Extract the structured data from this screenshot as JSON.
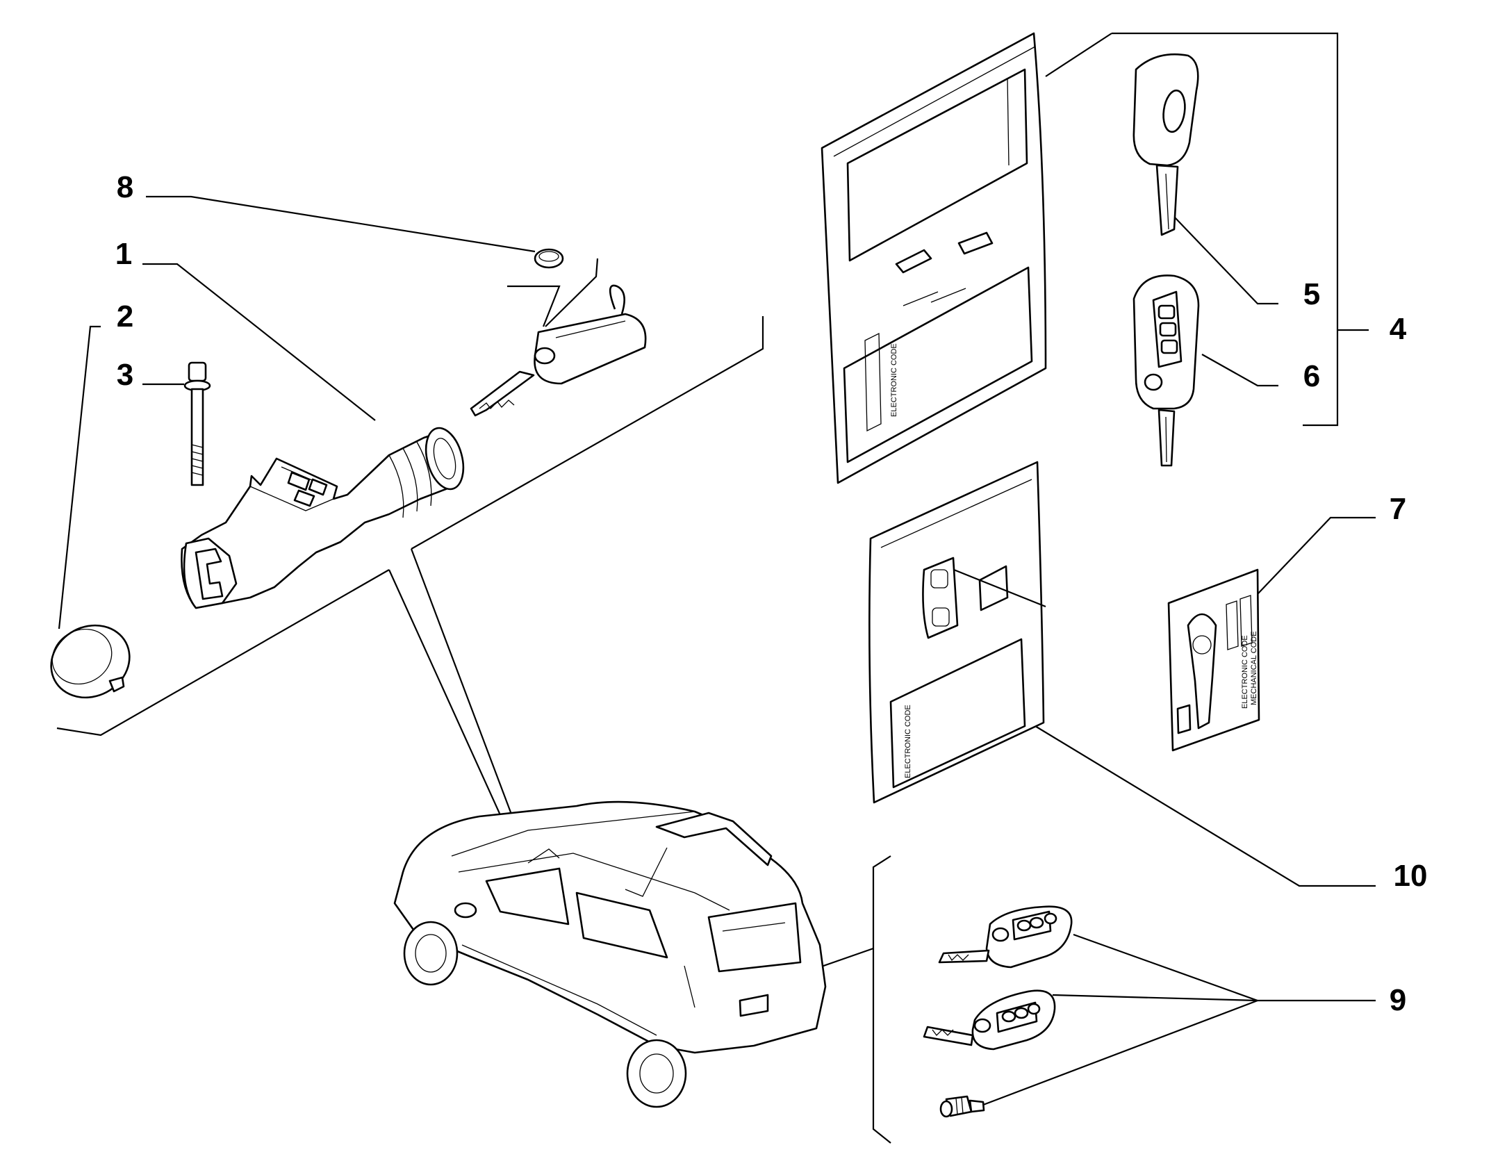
{
  "diagram": {
    "callouts": [
      {
        "id": "c1",
        "label": "1"
      },
      {
        "id": "c2",
        "label": "2"
      },
      {
        "id": "c3",
        "label": "3"
      },
      {
        "id": "c4",
        "label": "4"
      },
      {
        "id": "c5",
        "label": "5"
      },
      {
        "id": "c6",
        "label": "6"
      },
      {
        "id": "c7",
        "label": "7"
      },
      {
        "id": "c8",
        "label": "8"
      },
      {
        "id": "c9",
        "label": "9"
      },
      {
        "id": "c10",
        "label": "10"
      }
    ],
    "card_texts": {
      "electronic_code": "ELECTRONIC CODE",
      "mechanical_code": "MECHANICAL CODE"
    }
  }
}
